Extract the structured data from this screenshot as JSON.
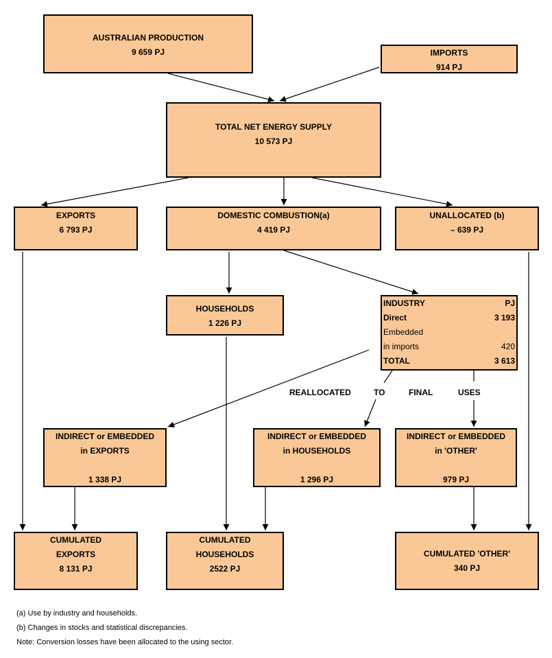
{
  "production": {
    "title": "AUSTRALIAN PRODUCTION",
    "value": "9 659 PJ"
  },
  "imports": {
    "title": "IMPORTS",
    "value": "914 PJ"
  },
  "total_supply": {
    "title": "TOTAL NET ENERGY SUPPLY",
    "value": "10 573 PJ"
  },
  "exports": {
    "title": "EXPORTS",
    "value": "6 793 PJ"
  },
  "domestic": {
    "title": "DOMESTIC COMBUSTION(a)",
    "value": "4 419 PJ"
  },
  "unallocated": {
    "title": "UNALLOCATED (b)",
    "value": "– 639 PJ"
  },
  "households": {
    "title": "HOUSEHOLDS",
    "value": "1 226 PJ"
  },
  "industry": {
    "title": "INDUSTRY",
    "unit": "PJ",
    "direct_label": "Direct",
    "direct_value": "3 193",
    "embedded_label_1": "Embedded",
    "embedded_label_2": "in imports",
    "embedded_value": "420",
    "total_label": "TOTAL",
    "total_value": "3 613"
  },
  "realloc_labels": {
    "w1": "REALLOCATED",
    "w2": "TO",
    "w3": "FINAL",
    "w4": "USES"
  },
  "ind_exports": {
    "line1": "INDIRECT or EMBEDDED",
    "line2": "in EXPORTS",
    "value": "1 338 PJ"
  },
  "ind_households": {
    "line1": "INDIRECT or EMBEDDED",
    "line2": "in HOUSEHOLDS",
    "value": "1 296 PJ"
  },
  "ind_other": {
    "line1": "INDIRECT or EMBEDDED",
    "line2": "in 'OTHER'",
    "value": "979 PJ"
  },
  "cum_exports": {
    "line1": "CUMULATED",
    "line2": "EXPORTS",
    "value": "8 131 PJ"
  },
  "cum_households": {
    "line1": "CUMULATED",
    "line2": "HOUSEHOLDS",
    "value": "2522 PJ"
  },
  "cum_other": {
    "line1": "CUMULATED 'OTHER'",
    "value": "340 PJ"
  },
  "notes": [
    "(a) Use by industry and households.",
    "(b) Changes in stocks and statistical discrepancies.",
    "Note: Conversion losses have been allocated to the using sector."
  ]
}
